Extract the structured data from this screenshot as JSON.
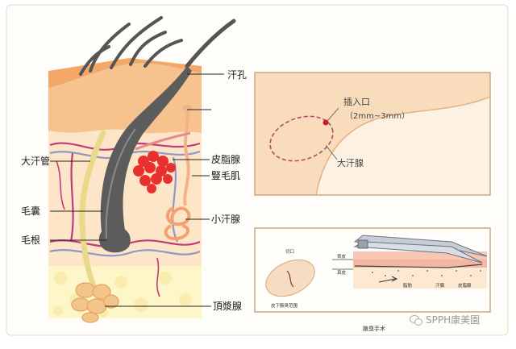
{
  "skin_labels": {
    "sweat_pore": "汗孔",
    "large_sweat_duct": "大汗管",
    "sebaceous_gland": "皮脂腺",
    "arrector_pili": "豎毛肌",
    "hair_follicle": "毛囊",
    "small_sweat_gland": "小汗腺",
    "hair_root": "毛根",
    "apocrine_gland": "頂漿腺"
  },
  "incision_panel": {
    "insertion_label": "插入口",
    "insertion_size": "（2mm~3mm）",
    "gland_label": "大汗腺"
  },
  "surgery_panel": {
    "title": "腋臭手术",
    "incision_small": "切口",
    "underarm_area_small": "皮下腋臭范围",
    "layer_label_1": "表皮",
    "layer_label_2": "真皮",
    "fat_label": "脂肪",
    "sweat_label": "汗腺",
    "tissue_label": "皮脂腺"
  },
  "watermark": {
    "text": "SPPH康美園"
  },
  "colors": {
    "frame": "#c9a27a",
    "epidermis": "#f6c28e",
    "dermis": "#fde6c8",
    "hair": "#5c5c5c",
    "sebaceous": "#e8312f",
    "duct": "#e9d98a",
    "gland": "#f3b389",
    "vessel_red": "#c23a7a",
    "vessel_blue": "#8f97c9",
    "fat": "#fdf6c8"
  }
}
